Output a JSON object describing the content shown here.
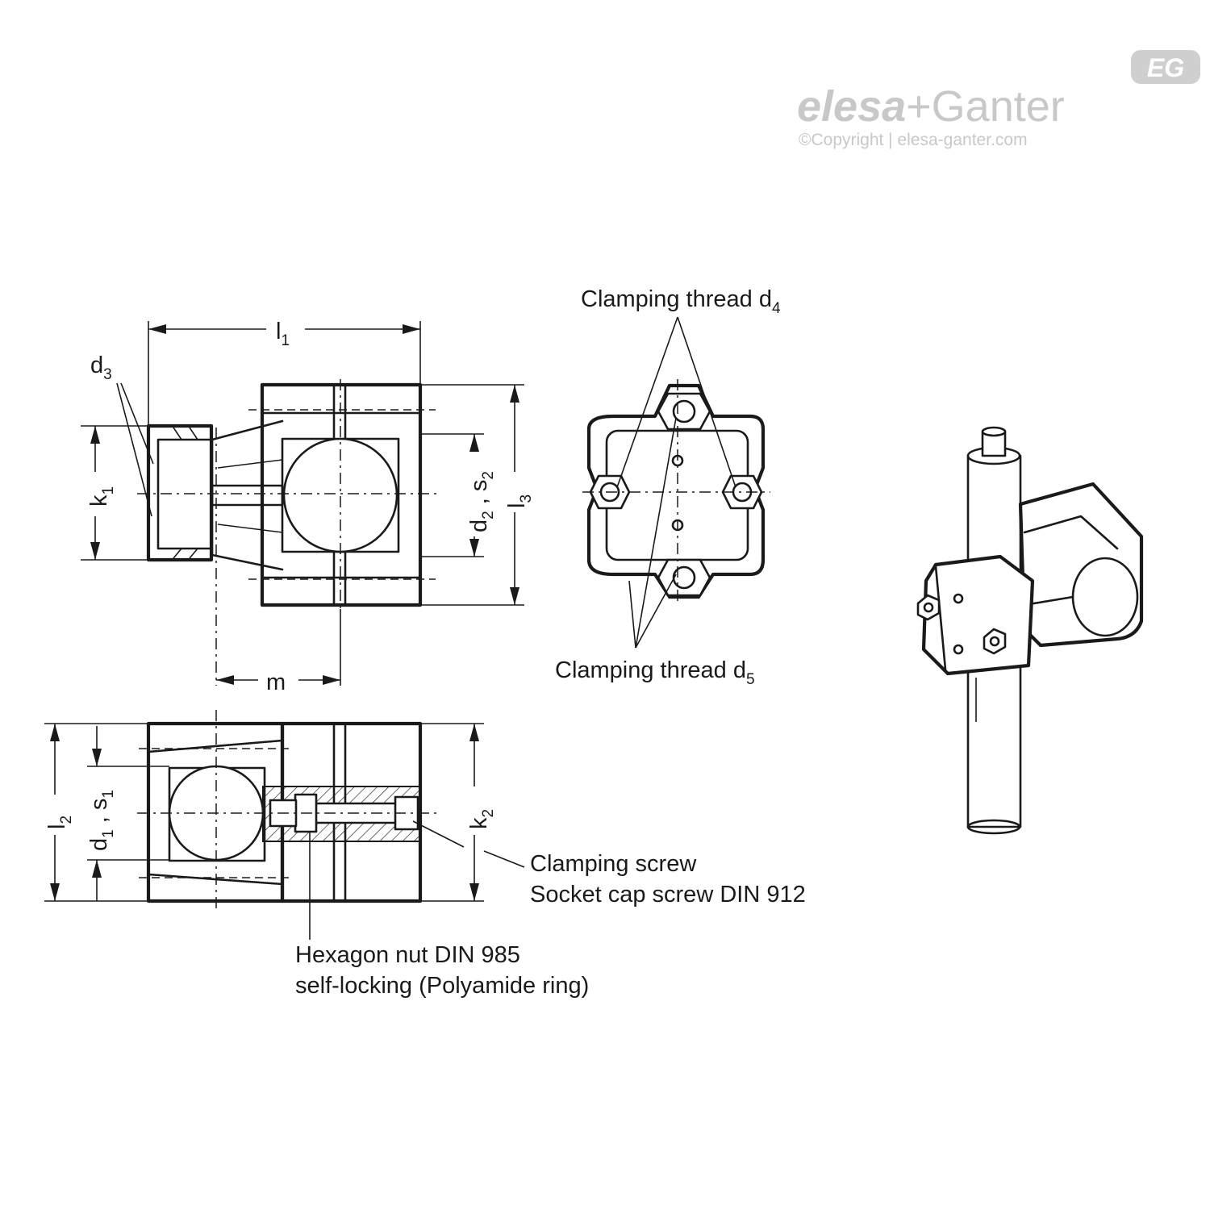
{
  "brand": {
    "name_part1": "elesa",
    "name_part2": "+Ganter",
    "badge": "EG",
    "copyright": "©Copyright | elesa-ganter.com"
  },
  "dimensions": {
    "l1": {
      "base": "l",
      "sub": "1"
    },
    "l2": {
      "base": "l",
      "sub": "2"
    },
    "l3": {
      "base": "l",
      "sub": "3"
    },
    "m": {
      "base": "m",
      "sub": ""
    },
    "d3": {
      "base": "d",
      "sub": "3"
    },
    "k1": {
      "base": "k",
      "sub": "1"
    },
    "k2": {
      "base": "k",
      "sub": "2"
    },
    "d2s2": {
      "base1": "d",
      "sub1": "2",
      "sep": " , ",
      "base2": "s",
      "sub2": "2"
    },
    "d1s1": {
      "base1": "d",
      "sub1": "1",
      "sep": " , ",
      "base2": "s",
      "sub2": "1"
    }
  },
  "labels": {
    "clamping_thread_d4": {
      "text": "Clamping thread d",
      "sub": "4"
    },
    "clamping_thread_d5": {
      "text": "Clamping thread d",
      "sub": "5"
    },
    "clamping_screw": "Clamping screw",
    "socket_cap_screw": "Socket cap screw DIN 912",
    "hex_nut": "Hexagon nut DIN 985",
    "self_locking": "self-locking (Polyamide ring)"
  }
}
